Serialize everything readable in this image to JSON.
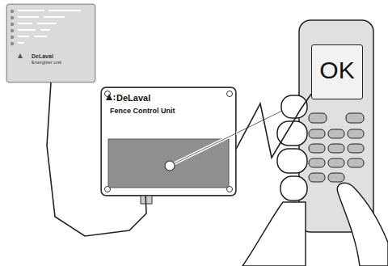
{
  "diagram": {
    "nodes": [
      {
        "text": [
          "DeLaval",
          "Energizer unit"
        ]
      },
      {
        "text": [
          "DeLaval",
          "Fence Control Unit"
        ]
      },
      {
        "text": [
          "OK"
        ]
      }
    ],
    "edges": [
      {
        "from": 0,
        "to": 1,
        "arrow": "none"
      },
      {
        "from": 1,
        "to": 2,
        "arrow": "none"
      }
    ]
  }
}
